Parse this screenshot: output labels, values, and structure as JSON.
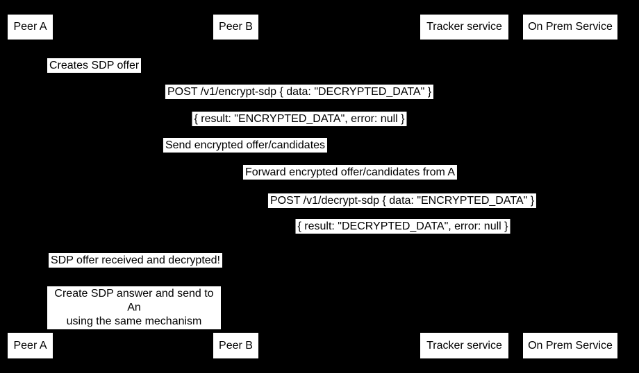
{
  "diagram": {
    "type": "sequence-diagram",
    "background_color": "#000000",
    "box_fill_color": "#ffffff",
    "text_color": "#000000",
    "actors": [
      {
        "label": "Peer A"
      },
      {
        "label": "Peer B"
      },
      {
        "label": "Tracker service"
      },
      {
        "label": "On Prem Service"
      }
    ],
    "messages": [
      {
        "text": "Creates SDP offer"
      },
      {
        "text": "POST /v1/encrypt-sdp { data: \"DECRYPTED_DATA\" }"
      },
      {
        "text": "{ result: \"ENCRYPTED_DATA\", error: null }"
      },
      {
        "text": "Send encrypted offer/candidates"
      },
      {
        "text": "Forward encrypted offer/candidates from A"
      },
      {
        "text": "POST /v1/decrypt-sdp { data: \"ENCRYPTED_DATA\" }"
      },
      {
        "text": "{ result: \"DECRYPTED_DATA\", error: null }"
      },
      {
        "text": "SDP offer received and decrypted!"
      }
    ],
    "note": {
      "line1": "Create SDP answer and send to An",
      "line2": "using the same mechanism"
    }
  }
}
